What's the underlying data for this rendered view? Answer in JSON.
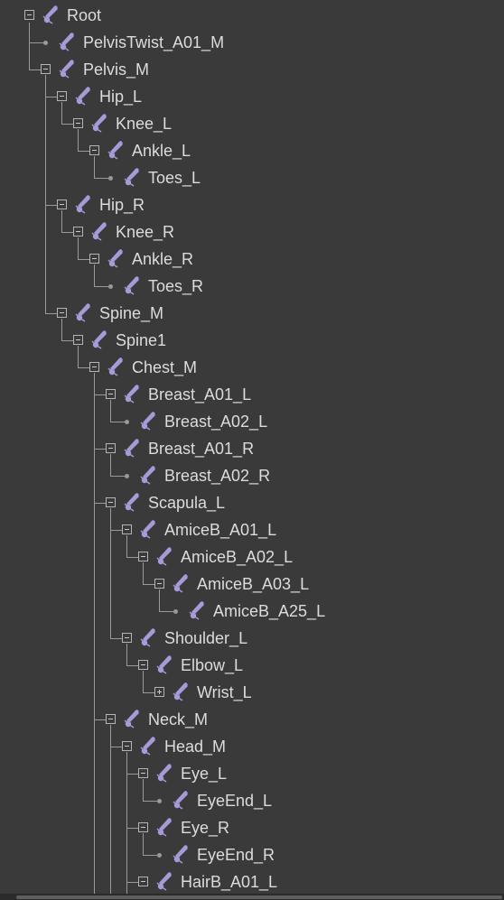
{
  "tree": {
    "nodes": [
      {
        "label": "Root",
        "depth": 0,
        "state": "expanded"
      },
      {
        "label": "PelvisTwist_A01_M",
        "depth": 1,
        "state": "leaf"
      },
      {
        "label": "Pelvis_M",
        "depth": 1,
        "state": "expanded"
      },
      {
        "label": "Hip_L",
        "depth": 2,
        "state": "expanded"
      },
      {
        "label": "Knee_L",
        "depth": 3,
        "state": "expanded"
      },
      {
        "label": "Ankle_L",
        "depth": 4,
        "state": "expanded"
      },
      {
        "label": "Toes_L",
        "depth": 5,
        "state": "leaf"
      },
      {
        "label": "Hip_R",
        "depth": 2,
        "state": "expanded"
      },
      {
        "label": "Knee_R",
        "depth": 3,
        "state": "expanded"
      },
      {
        "label": "Ankle_R",
        "depth": 4,
        "state": "expanded"
      },
      {
        "label": "Toes_R",
        "depth": 5,
        "state": "leaf"
      },
      {
        "label": "Spine_M",
        "depth": 2,
        "state": "expanded"
      },
      {
        "label": "Spine1",
        "depth": 3,
        "state": "expanded"
      },
      {
        "label": "Chest_M",
        "depth": 4,
        "state": "expanded"
      },
      {
        "label": "Breast_A01_L",
        "depth": 5,
        "state": "expanded"
      },
      {
        "label": "Breast_A02_L",
        "depth": 6,
        "state": "leaf"
      },
      {
        "label": "Breast_A01_R",
        "depth": 5,
        "state": "expanded"
      },
      {
        "label": "Breast_A02_R",
        "depth": 6,
        "state": "leaf"
      },
      {
        "label": "Scapula_L",
        "depth": 5,
        "state": "expanded"
      },
      {
        "label": "AmiceB_A01_L",
        "depth": 6,
        "state": "expanded"
      },
      {
        "label": "AmiceB_A02_L",
        "depth": 7,
        "state": "expanded"
      },
      {
        "label": "AmiceB_A03_L",
        "depth": 8,
        "state": "expanded"
      },
      {
        "label": "AmiceB_A25_L",
        "depth": 9,
        "state": "leaf"
      },
      {
        "label": "Shoulder_L",
        "depth": 6,
        "state": "expanded"
      },
      {
        "label": "Elbow_L",
        "depth": 7,
        "state": "expanded"
      },
      {
        "label": "Wrist_L",
        "depth": 8,
        "state": "collapsed"
      },
      {
        "label": "Neck_M",
        "depth": 5,
        "state": "expanded"
      },
      {
        "label": "Head_M",
        "depth": 6,
        "state": "expanded"
      },
      {
        "label": "Eye_L",
        "depth": 7,
        "state": "expanded"
      },
      {
        "label": "EyeEnd_L",
        "depth": 8,
        "state": "leaf"
      },
      {
        "label": "Eye_R",
        "depth": 7,
        "state": "expanded"
      },
      {
        "label": "EyeEnd_R",
        "depth": 8,
        "state": "leaf"
      },
      {
        "label": "HairB_A01_L",
        "depth": 7,
        "state": "expanded"
      }
    ]
  },
  "colors": {
    "background": "#3a3a3a",
    "bone_icon": "#a89ad8",
    "connector": "#9a9a9a",
    "text": "#dcdcdc"
  },
  "icons": {
    "node": "bone-joint-icon",
    "expand": "tree-collapse-minus-icon",
    "collapse": "tree-expand-plus-icon"
  }
}
